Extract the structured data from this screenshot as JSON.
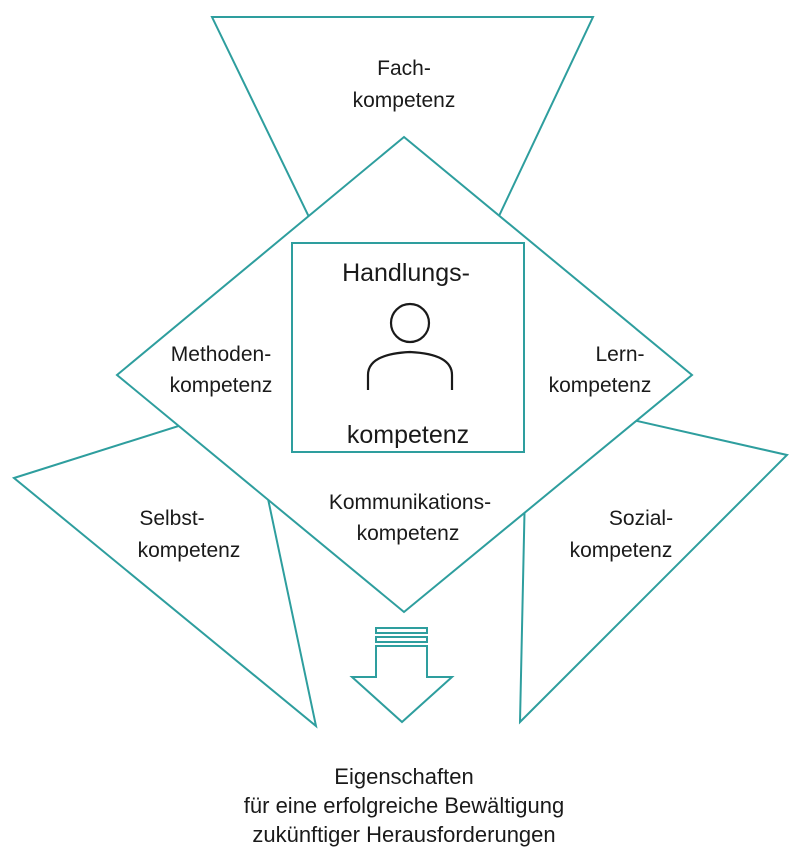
{
  "colors": {
    "outline": "#2e9e9e",
    "text": "#1a1a1a",
    "background": "#ffffff"
  },
  "center": {
    "title_top": "Handlungs-",
    "title_bottom": "kompetenz",
    "icon": "person-icon"
  },
  "competencies": {
    "fach": {
      "line1": "Fach-",
      "line2": "kompetenz"
    },
    "methoden": {
      "line1": "Methoden-",
      "line2": "kompetenz"
    },
    "lern": {
      "line1": "Lern-",
      "line2": "kompetenz"
    },
    "kommunikation": {
      "line1": "Kommunikations-",
      "line2": "kompetenz"
    },
    "selbst": {
      "line1": "Selbst-",
      "line2": "kompetenz"
    },
    "sozial": {
      "line1": "Sozial-",
      "line2": "kompetenz"
    }
  },
  "arrow": {
    "icon": "arrow-down-icon"
  },
  "conclusion": {
    "line1": "Eigenschaften",
    "line2": "für eine erfolgreiche Bewältigung",
    "line3": "zukünftiger Herausforderungen"
  }
}
